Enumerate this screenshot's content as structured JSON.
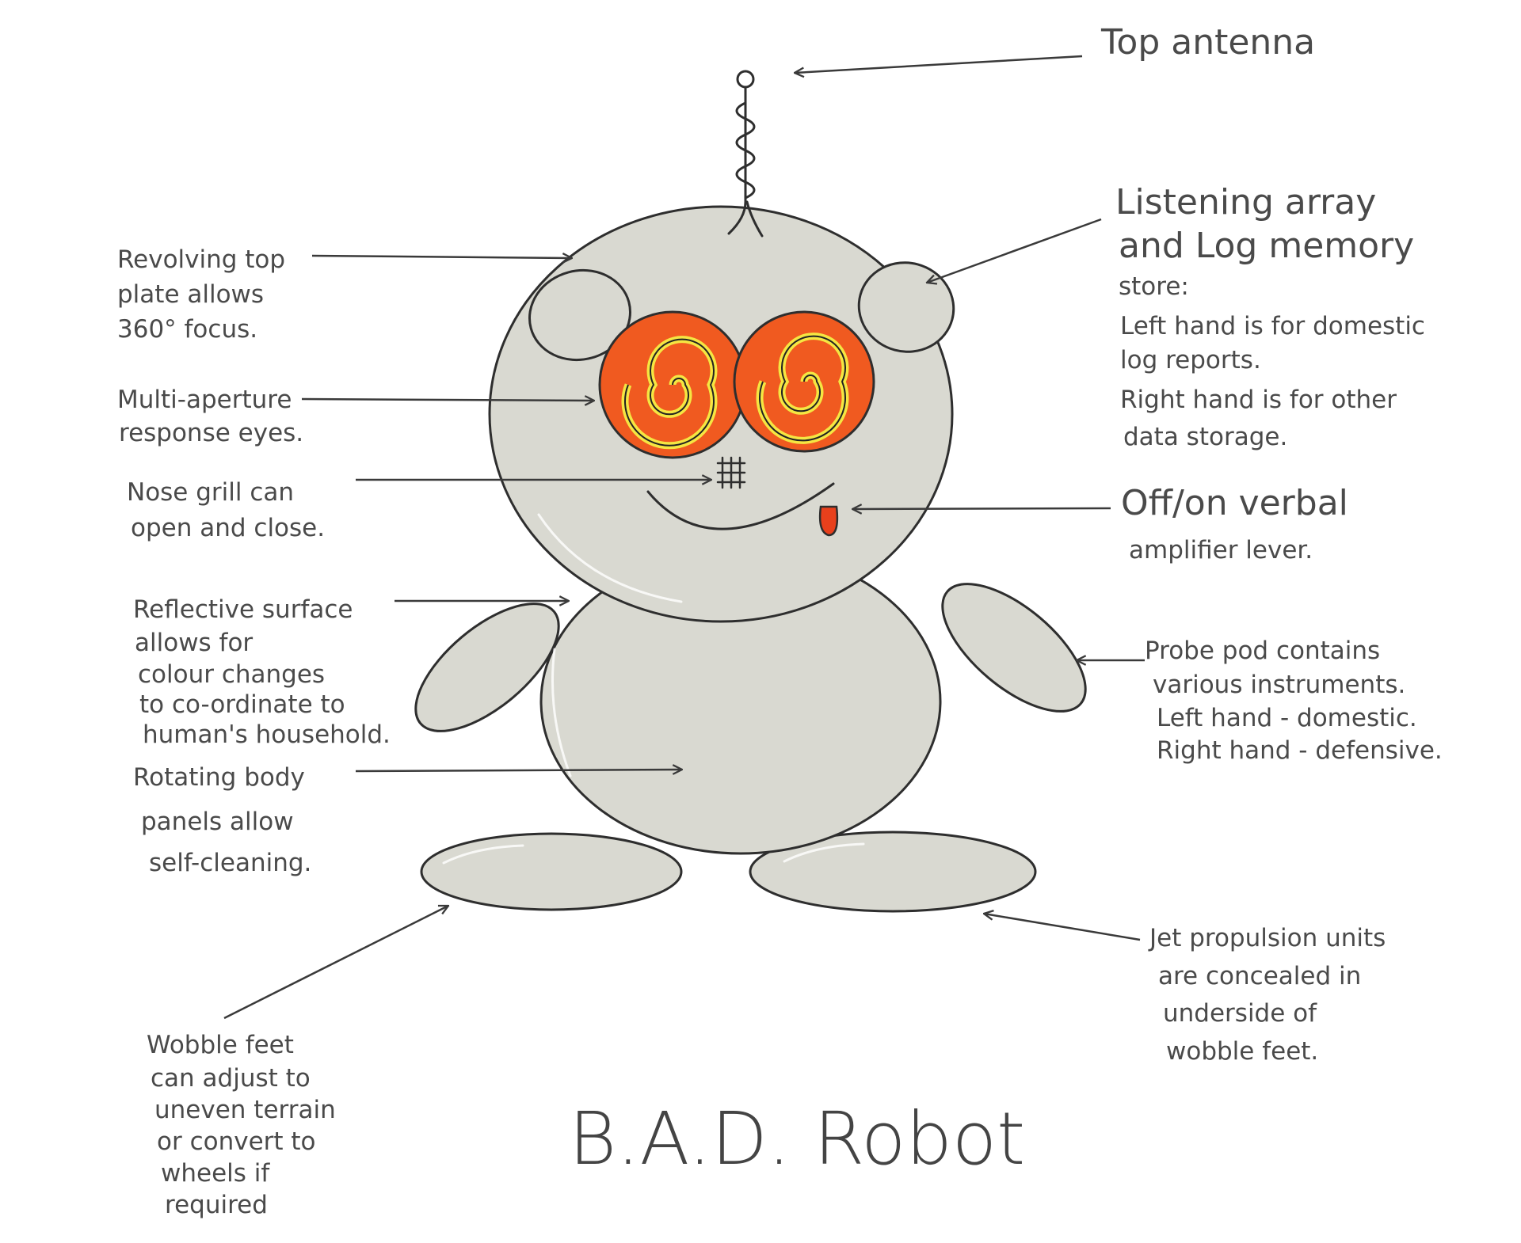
{
  "title": "B.A.D. Robot",
  "colors": {
    "shell": "#d9d9d1",
    "eye": "#f05a20",
    "spiral": "#f5e642",
    "ink": "#2e2e2e",
    "tongue": "#e8401c"
  },
  "labels": {
    "top_antenna": {
      "lines": [
        "Top antenna"
      ]
    },
    "revolving_top": {
      "lines": [
        "Revolving top",
        "plate allows",
        "360° focus."
      ]
    },
    "eyes": {
      "lines": [
        "Multi-aperture",
        "response eyes."
      ]
    },
    "nose": {
      "lines": [
        "Nose grill can",
        "open and close."
      ]
    },
    "reflective": {
      "lines": [
        "Reflective surface",
        "allows for",
        "colour changes",
        "to co-ordinate to",
        "human's household."
      ]
    },
    "rotating": {
      "lines": [
        "Rotating body",
        "panels allow",
        "self-cleaning."
      ]
    },
    "wobble": {
      "lines": [
        "Wobble feet",
        "can adjust to",
        "uneven terrain",
        "or convert to",
        "wheels if",
        "required"
      ]
    },
    "listening": {
      "lines": [
        "Listening array",
        "and Log memory",
        "store:",
        "Left hand is for domestic",
        "log reports.",
        "Right hand is for other",
        "data storage."
      ]
    },
    "verbal": {
      "lines": [
        "Off/on verbal",
        "amplifier lever."
      ]
    },
    "probe": {
      "lines": [
        "Probe pod contains",
        "various instruments.",
        "Left hand - domestic.",
        "Right hand - defensive."
      ]
    },
    "jet": {
      "lines": [
        "Jet propulsion units",
        "are concealed in",
        "underside of",
        "wobble feet."
      ]
    }
  }
}
